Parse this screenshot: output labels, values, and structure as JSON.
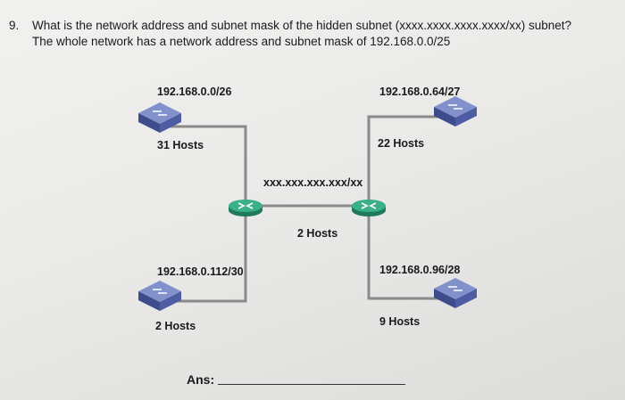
{
  "question": {
    "number": "9.",
    "line1": "What is the network address and subnet mask of the hidden subnet (xxxx.xxxx.xxxx.xxxx/xx) subnet?",
    "line2": "The whole network has a network address and subnet mask of 192.168.0.0/25"
  },
  "diagram": {
    "subnets": {
      "top_left": {
        "address": "192.168.0.0/26",
        "hosts": "31 Hosts"
      },
      "top_right": {
        "address": "192.168.0.64/27",
        "hosts": "22 Hosts"
      },
      "bottom_left": {
        "address": "192.168.0.112/30",
        "hosts": "2 Hosts"
      },
      "bottom_right": {
        "address": "192.168.0.96/28",
        "hosts": "9 Hosts"
      },
      "hidden": {
        "address": "xxx.xxx.xxx.xxx/xx",
        "hosts": "2 Hosts"
      }
    },
    "colors": {
      "switch": "#5a6bb0",
      "router": "#2f9c7a",
      "link": "#8a8a8a"
    }
  },
  "answer": {
    "label": "Ans:"
  }
}
